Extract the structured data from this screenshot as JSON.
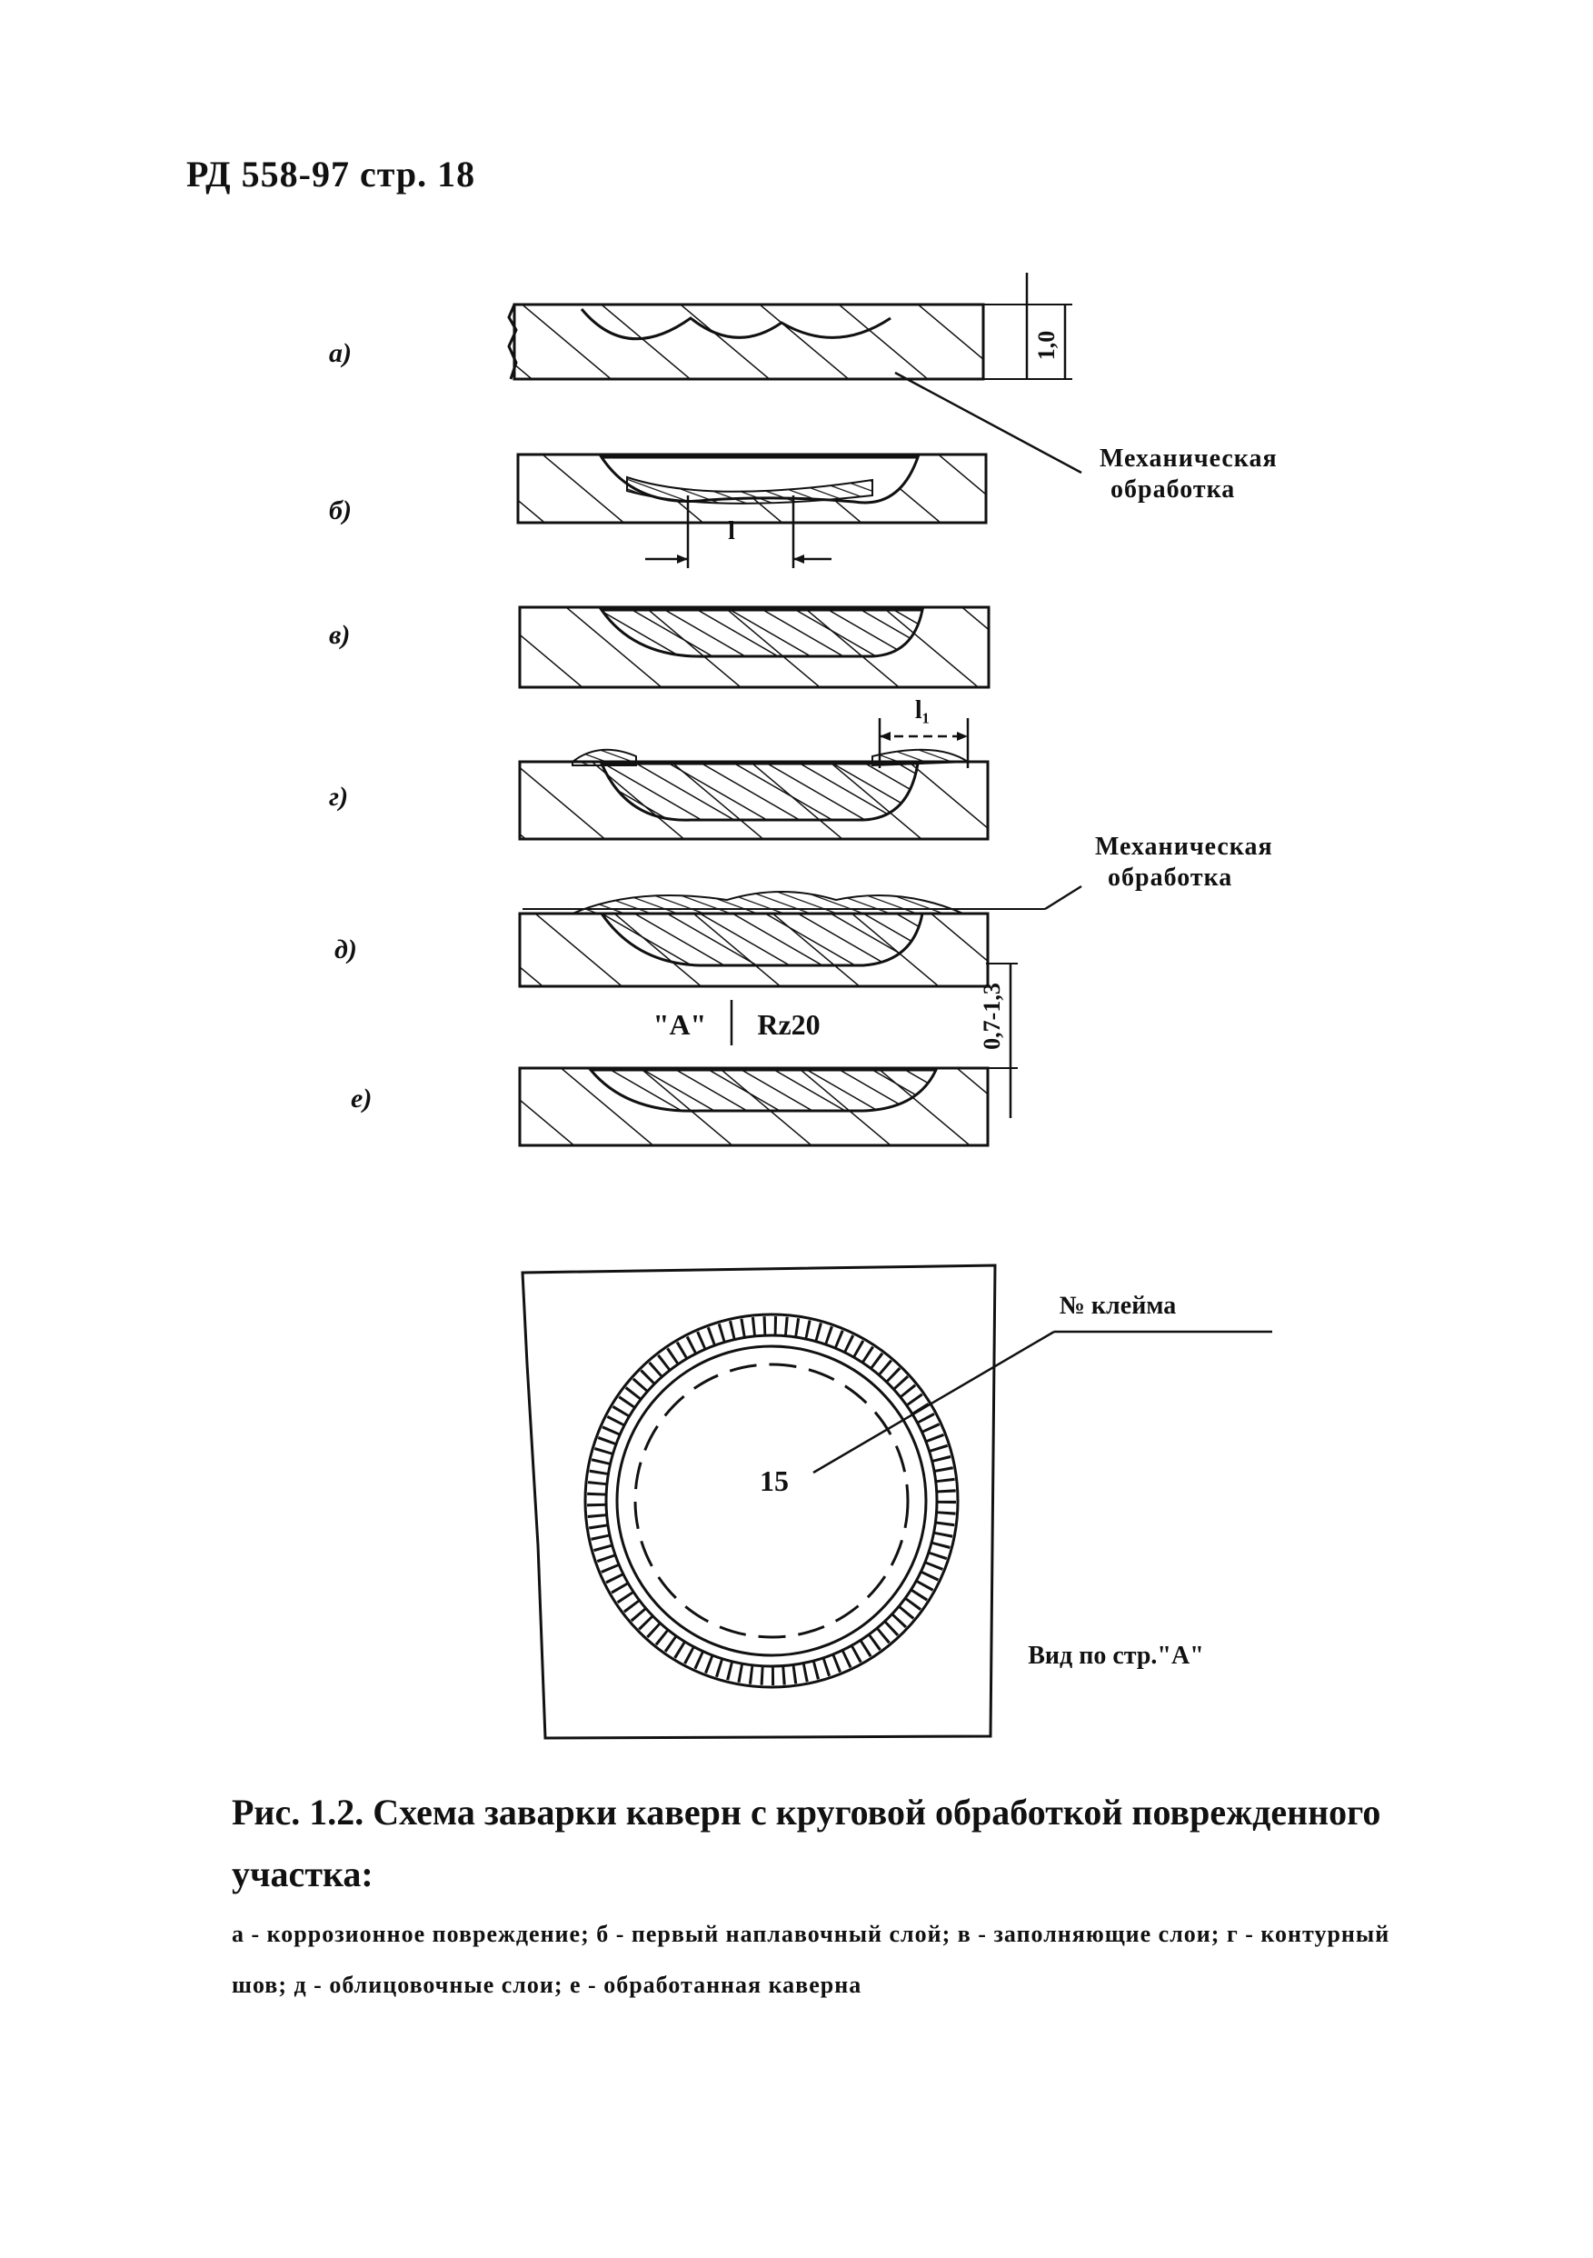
{
  "page": {
    "header": "РД 558-97 стр. 18"
  },
  "figure": {
    "section_labels": [
      "а)",
      "б)",
      "в)",
      "г)",
      "д)",
      "е)"
    ],
    "callout_machining_1": [
      "Механическая",
      "обработка"
    ],
    "callout_machining_2": [
      "Механическая",
      "обработка"
    ],
    "dim_l": "l",
    "dim_l1": "l₁",
    "dim_depth": "1,0",
    "dim_thickness": "0,7-1,3",
    "view_marker": "\"А\"",
    "roughness": "Rz20",
    "stamp_label": "№ клейма",
    "stamp_number": "15",
    "view_caption": "Вид по стр.\"А\""
  },
  "caption": {
    "title": "Рис. 1.2. Схема заварки каверн с круговой обработкой поврежденного участка:",
    "legend": "а - коррозионное повреждение; б - первый наплавочный слой; в - заполняющие слои; г - контурный шов; д - облицовочные слои; е - обработанная каверна"
  }
}
